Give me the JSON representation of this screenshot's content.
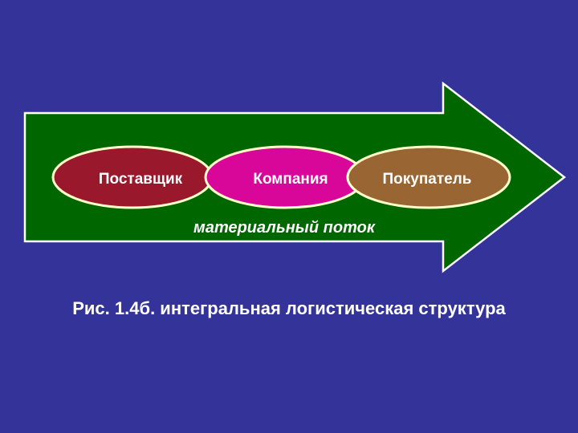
{
  "diagram": {
    "title": "Рис. 1.4б. интегральная логистическая структура",
    "nodes": [
      {
        "label": "Поставщик",
        "color": "#99182c"
      },
      {
        "label": "Компания",
        "color": "#d9069a"
      },
      {
        "label": "Покупатель",
        "color": "#996633"
      }
    ],
    "arrow_label": "материальный поток",
    "colors": {
      "background": "#333399",
      "arrow": "#006600",
      "outline": "#ffffff",
      "ellipse_outline": "#ffffcc"
    }
  }
}
